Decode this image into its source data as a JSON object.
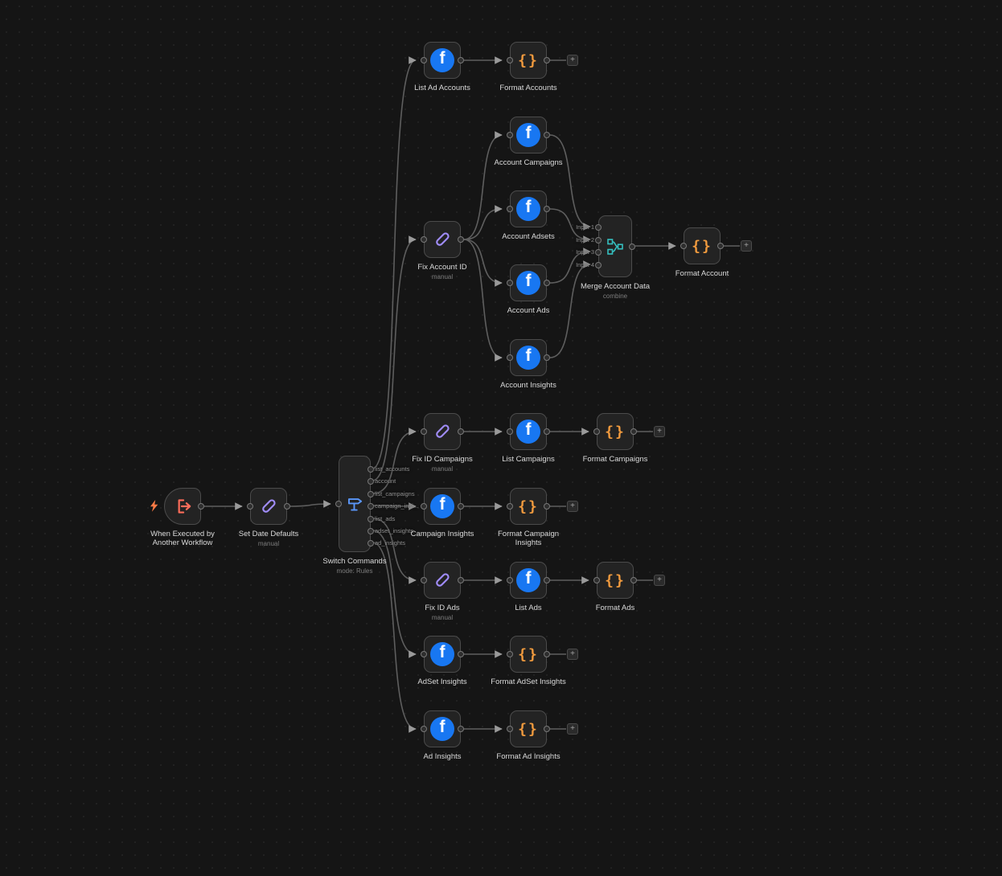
{
  "workflow": {
    "nodes": {
      "when_executed": {
        "label": "When Executed by Another Workflow"
      },
      "set_date_defaults": {
        "label": "Set Date Defaults",
        "sublabel": "manual"
      },
      "switch_commands": {
        "label": "Switch Commands",
        "sublabel": "mode: Rules"
      },
      "list_ad_accounts": {
        "label": "List Ad Accounts"
      },
      "format_accounts": {
        "label": "Format Accounts"
      },
      "fix_account_id": {
        "label": "Fix Account ID",
        "sublabel": "manual"
      },
      "account_campaigns": {
        "label": "Account Campaigns"
      },
      "account_adsets": {
        "label": "Account Adsets"
      },
      "account_ads": {
        "label": "Account Ads"
      },
      "account_insights": {
        "label": "Account Insights"
      },
      "merge_account_data": {
        "label": "Merge Account Data",
        "sublabel": "combine"
      },
      "format_account": {
        "label": "Format Account"
      },
      "fix_id_campaigns": {
        "label": "Fix ID Campaigns",
        "sublabel": "manual"
      },
      "list_campaigns": {
        "label": "List Campaigns"
      },
      "format_campaigns": {
        "label": "Format Campaigns"
      },
      "campaign_insights": {
        "label": "Campaign Insights"
      },
      "format_campaign_insights": {
        "label": "Format Campaign Insights"
      },
      "fix_id_ads": {
        "label": "Fix ID Ads",
        "sublabel": "manual"
      },
      "list_ads": {
        "label": "List Ads"
      },
      "format_ads": {
        "label": "Format Ads"
      },
      "adset_insights": {
        "label": "AdSet Insights"
      },
      "format_adset_insights": {
        "label": "Format AdSet Insights"
      },
      "ad_insights": {
        "label": "Ad Insights"
      },
      "format_ad_insights": {
        "label": "Format Ad Insights"
      }
    },
    "switch_outputs": [
      "list_accounts",
      "account",
      "list_campaigns",
      "campaign_insi...",
      "list_ads",
      "adset_insights",
      "ad_insights"
    ],
    "merge_inputs": [
      "Input 1",
      "Input 2",
      "Input 3",
      "Input 4"
    ]
  },
  "icons": {
    "plus": "+",
    "facebook_letter": "f",
    "braces": "{}"
  },
  "colors": {
    "facebook_blue": "#1877F2",
    "code_orange": "#F09A3E",
    "pencil_purple": "#A08CF8",
    "switch_blue": "#5A96F8",
    "merge_teal": "#35BFBF",
    "trigger_coral": "#FF6D5A",
    "wire_grey": "#5E5E5E",
    "canvas_bg": "#151515"
  }
}
